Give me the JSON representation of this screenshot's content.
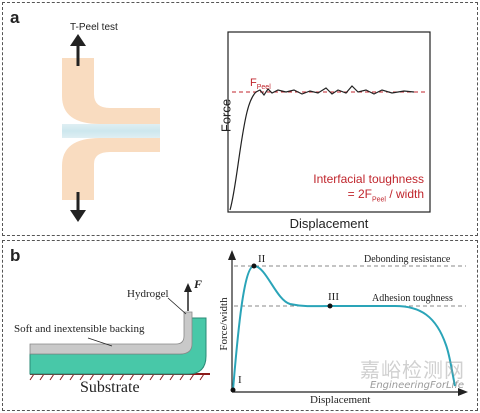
{
  "panel_a": {
    "label": "a",
    "test_name": "T-Peel test",
    "y_axis": "Force",
    "x_axis": "Displacement",
    "f_peel_main": "F",
    "f_peel_sub": "Peel",
    "toughness_line1": "Interfacial toughness",
    "toughness_line2_pre": "= 2F",
    "toughness_line2_sub": "Peel",
    "toughness_line2_post": " / width"
  },
  "panel_b": {
    "label": "b",
    "hydrogel": "Hydrogel",
    "force_symbol": "F",
    "backing": "Soft and inextensible backing",
    "substrate": "Substrate",
    "y_axis": "Force/width",
    "x_axis": "Displacement",
    "debonding": "Debonding resistance",
    "adhesion": "Adhesion toughness",
    "point_I": "I",
    "point_II": "II",
    "point_III": "III"
  },
  "watermark": {
    "cn": "嘉峪检测网",
    "en": "EngineeringForLife"
  },
  "colors": {
    "peel_red": "#c0262d",
    "curve_teal": "#2aa4b8",
    "hydrogel_green": "#48c8a8",
    "arm_peach": "#f9dcc0"
  }
}
